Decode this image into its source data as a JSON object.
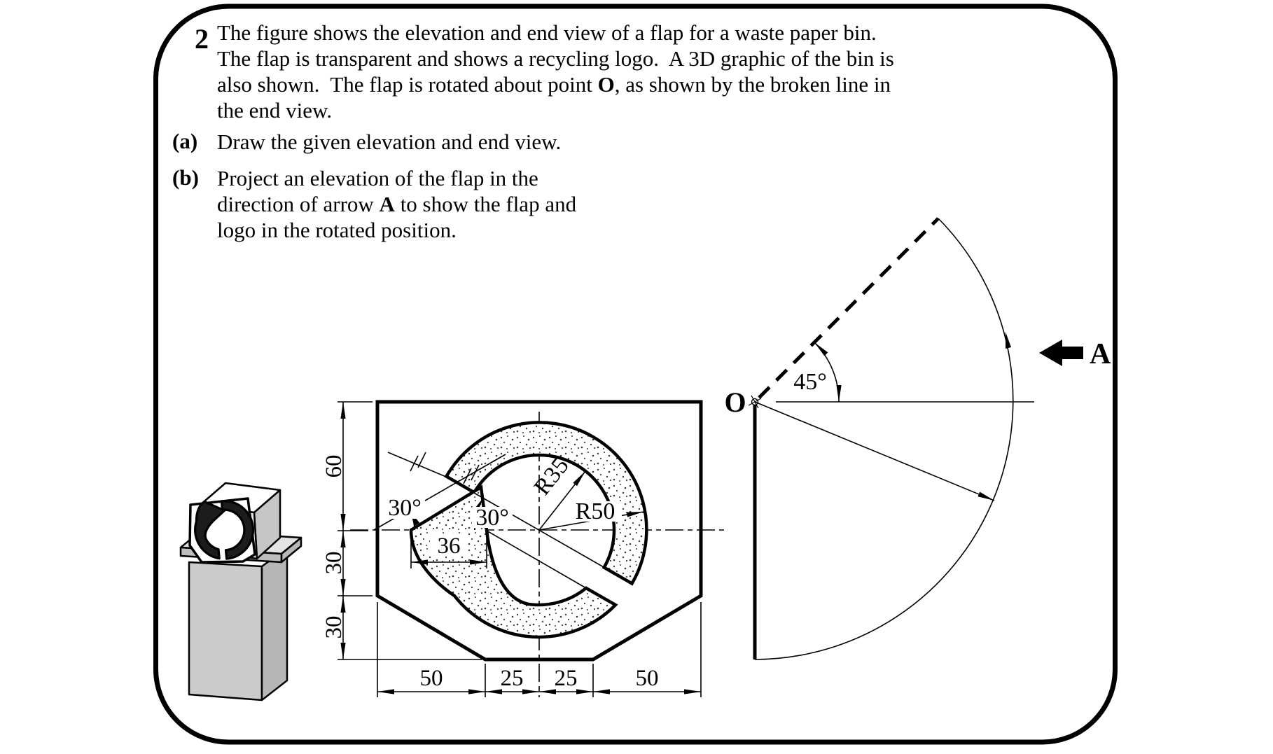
{
  "question": {
    "number": "2",
    "line1": "The figure shows the elevation and end view of a flap for a waste paper bin.",
    "line2": "The flap is transparent and shows a recycling logo.  A 3D graphic of the bin is",
    "line3_pre": "also shown.  The flap is rotated about point ",
    "line3_bold": "O",
    "line3_post": ", as shown by the broken line in",
    "line4": "the end view.",
    "part_a_label": "(a)",
    "part_a_text": "Draw the given elevation and end view.",
    "part_b_label": "(b)",
    "part_b_line1": "Project an elevation of the flap in the",
    "part_b_line2_pre": "direction of arrow ",
    "part_b_line2_bold": "A",
    "part_b_line2_post": " to show the flap and",
    "part_b_line3": "logo in the rotated position."
  },
  "elevation": {
    "dim_60": "60",
    "dim_30a": "30",
    "dim_30b": "30",
    "dim_50a": "50",
    "dim_25a": "25",
    "dim_25b": "25",
    "dim_50b": "50",
    "dim_36": "36",
    "angle_left": "30°",
    "angle_right": "30°",
    "radius_inner": "R35",
    "radius_outer": "R50"
  },
  "end_view": {
    "pivot": "O",
    "angle": "45°",
    "direction": "A"
  },
  "bin": {
    "colors": {
      "front": "#cbcbcb",
      "side": "#b7b7b7",
      "rim_top": "#e3e3e3",
      "rim_front": "#bdbdbd",
      "head_side": "#c6c6c6",
      "head_front": "#e9e9e9",
      "flap": "#ffffff",
      "logo": "#1c1c1c"
    }
  },
  "ink": "#000000"
}
